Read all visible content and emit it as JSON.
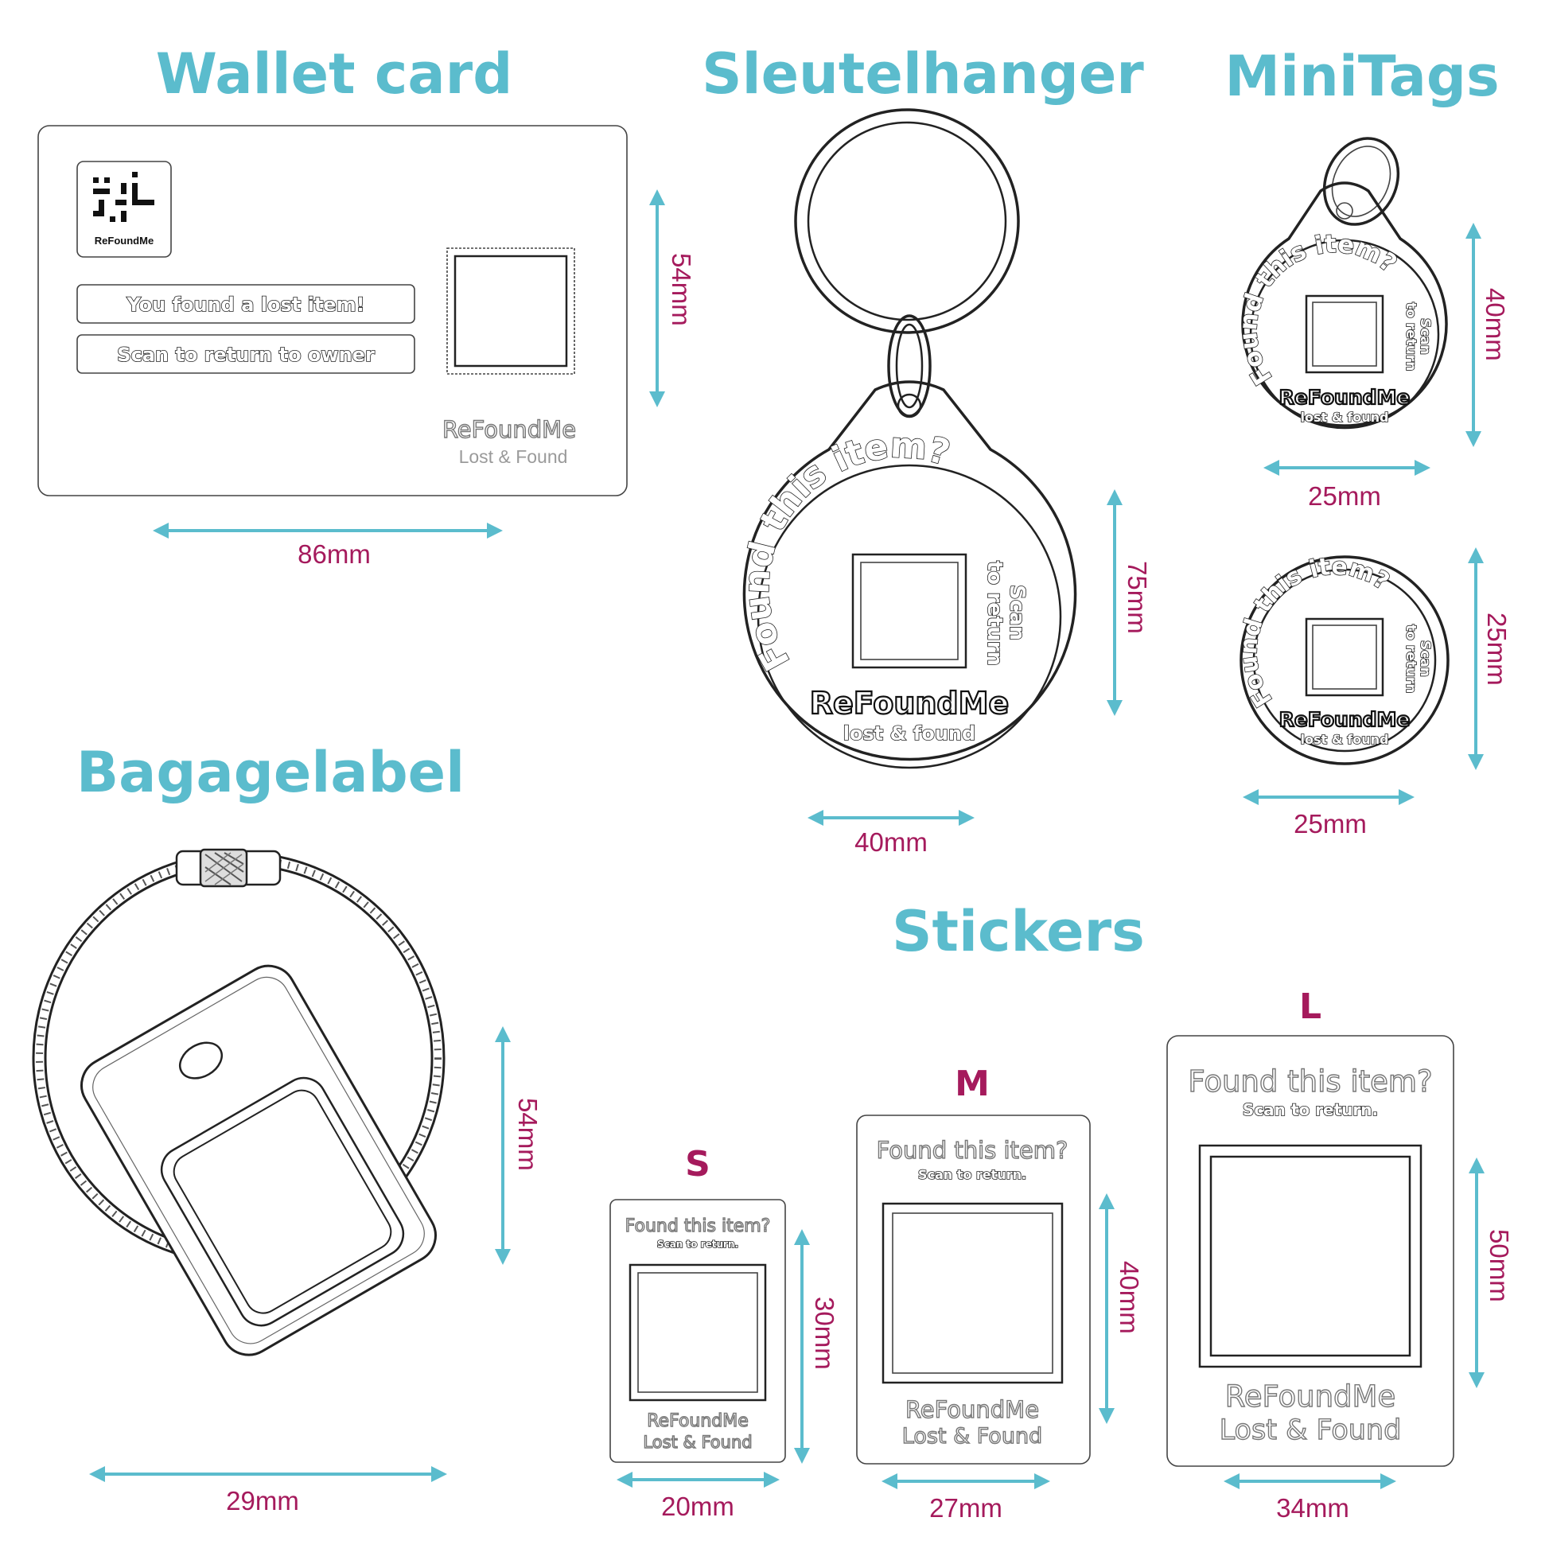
{
  "colors": {
    "title": "#5bbccd",
    "dimension": "#a51a5c",
    "arrow": "#5bbccd",
    "outline": "#222222"
  },
  "wallet_card": {
    "title": "Wallet card",
    "logo_text": "ReFoundMe",
    "line1": "You found a lost item!",
    "line2": "Scan to return to owner",
    "brand": "ReFoundMe",
    "brand_sub": "Lost & Found",
    "height_label": "54mm",
    "width_label": "86mm"
  },
  "keychain": {
    "title": "Sleutelhanger",
    "arc_text": "Found this item?",
    "side_text_1": "Scan",
    "side_text_2": "to return",
    "brand": "ReFoundMe",
    "brand_sub": "lost & found",
    "height_label": "75mm",
    "width_label": "40mm"
  },
  "minitags": {
    "title": "MiniTags",
    "tag_large": {
      "arc_text": "Found this item?",
      "side_text_1": "Scan",
      "side_text_2": "to return",
      "brand": "ReFoundMe",
      "brand_sub": "lost & found",
      "height_label": "40mm",
      "width_label": "25mm"
    },
    "tag_small": {
      "arc_text": "Found this item?",
      "side_text_1": "Scan",
      "side_text_2": "to return",
      "brand": "ReFoundMe",
      "brand_sub": "lost & found",
      "height_label": "25mm",
      "width_label": "25mm"
    }
  },
  "luggage_label": {
    "title": "Bagagelabel",
    "height_label": "54mm",
    "width_label": "29mm"
  },
  "stickers": {
    "title": "Stickers",
    "items": [
      {
        "size": "S",
        "heading": "Found this item?",
        "sub": "Scan to return.",
        "brand": "ReFoundMe",
        "brand_sub": "Lost & Found",
        "height_label": "30mm",
        "width_label": "20mm"
      },
      {
        "size": "M",
        "heading": "Found this item?",
        "sub": "Scan to return.",
        "brand": "ReFoundMe",
        "brand_sub": "Lost & Found",
        "height_label": "40mm",
        "width_label": "27mm"
      },
      {
        "size": "L",
        "heading": "Found this item?",
        "sub": "Scan to return.",
        "brand": "ReFoundMe",
        "brand_sub": "Lost & Found",
        "height_label": "50mm",
        "width_label": "34mm"
      }
    ]
  }
}
